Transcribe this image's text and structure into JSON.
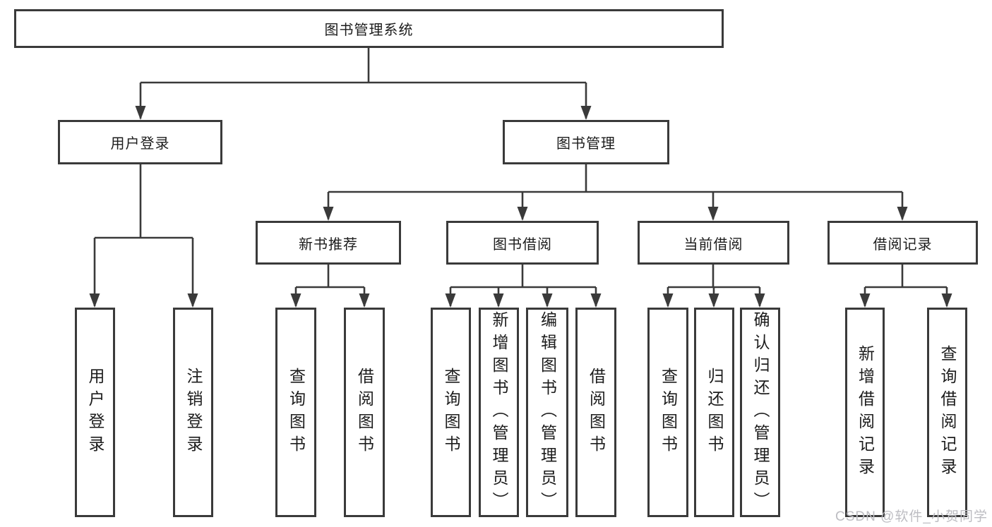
{
  "nodes": {
    "root": "图书管理系统",
    "user_login_group": "用户登录",
    "book_mgmt_group": "图书管理",
    "new_book_rec": "新书推荐",
    "book_borrow": "图书借阅",
    "current_borrow": "当前借阅",
    "borrow_records": "借阅记录",
    "leaves": {
      "user_login": "用户登录",
      "logout": "注销登录",
      "rec_query_books": "查询图书",
      "rec_borrow_books": "借阅图书",
      "borrow_query_books": "查询图书",
      "borrow_add_books": "新增图书（管理员）",
      "borrow_edit_books": "编辑图书（管理员）",
      "borrow_borrow_books": "借阅图书",
      "cur_query_books": "查询图书",
      "cur_return_books": "归还图书",
      "cur_confirm_return": "确认归还（管理员）",
      "log_add_record": "新增借阅记录",
      "log_query_record": "查询借阅记录"
    }
  },
  "watermark": "CSDN @软件_小贺同学",
  "colors": {
    "line": "#3a3a3a",
    "text": "#1c1c1c",
    "watermark": "#bdbdc2",
    "background": "#ffffff"
  }
}
